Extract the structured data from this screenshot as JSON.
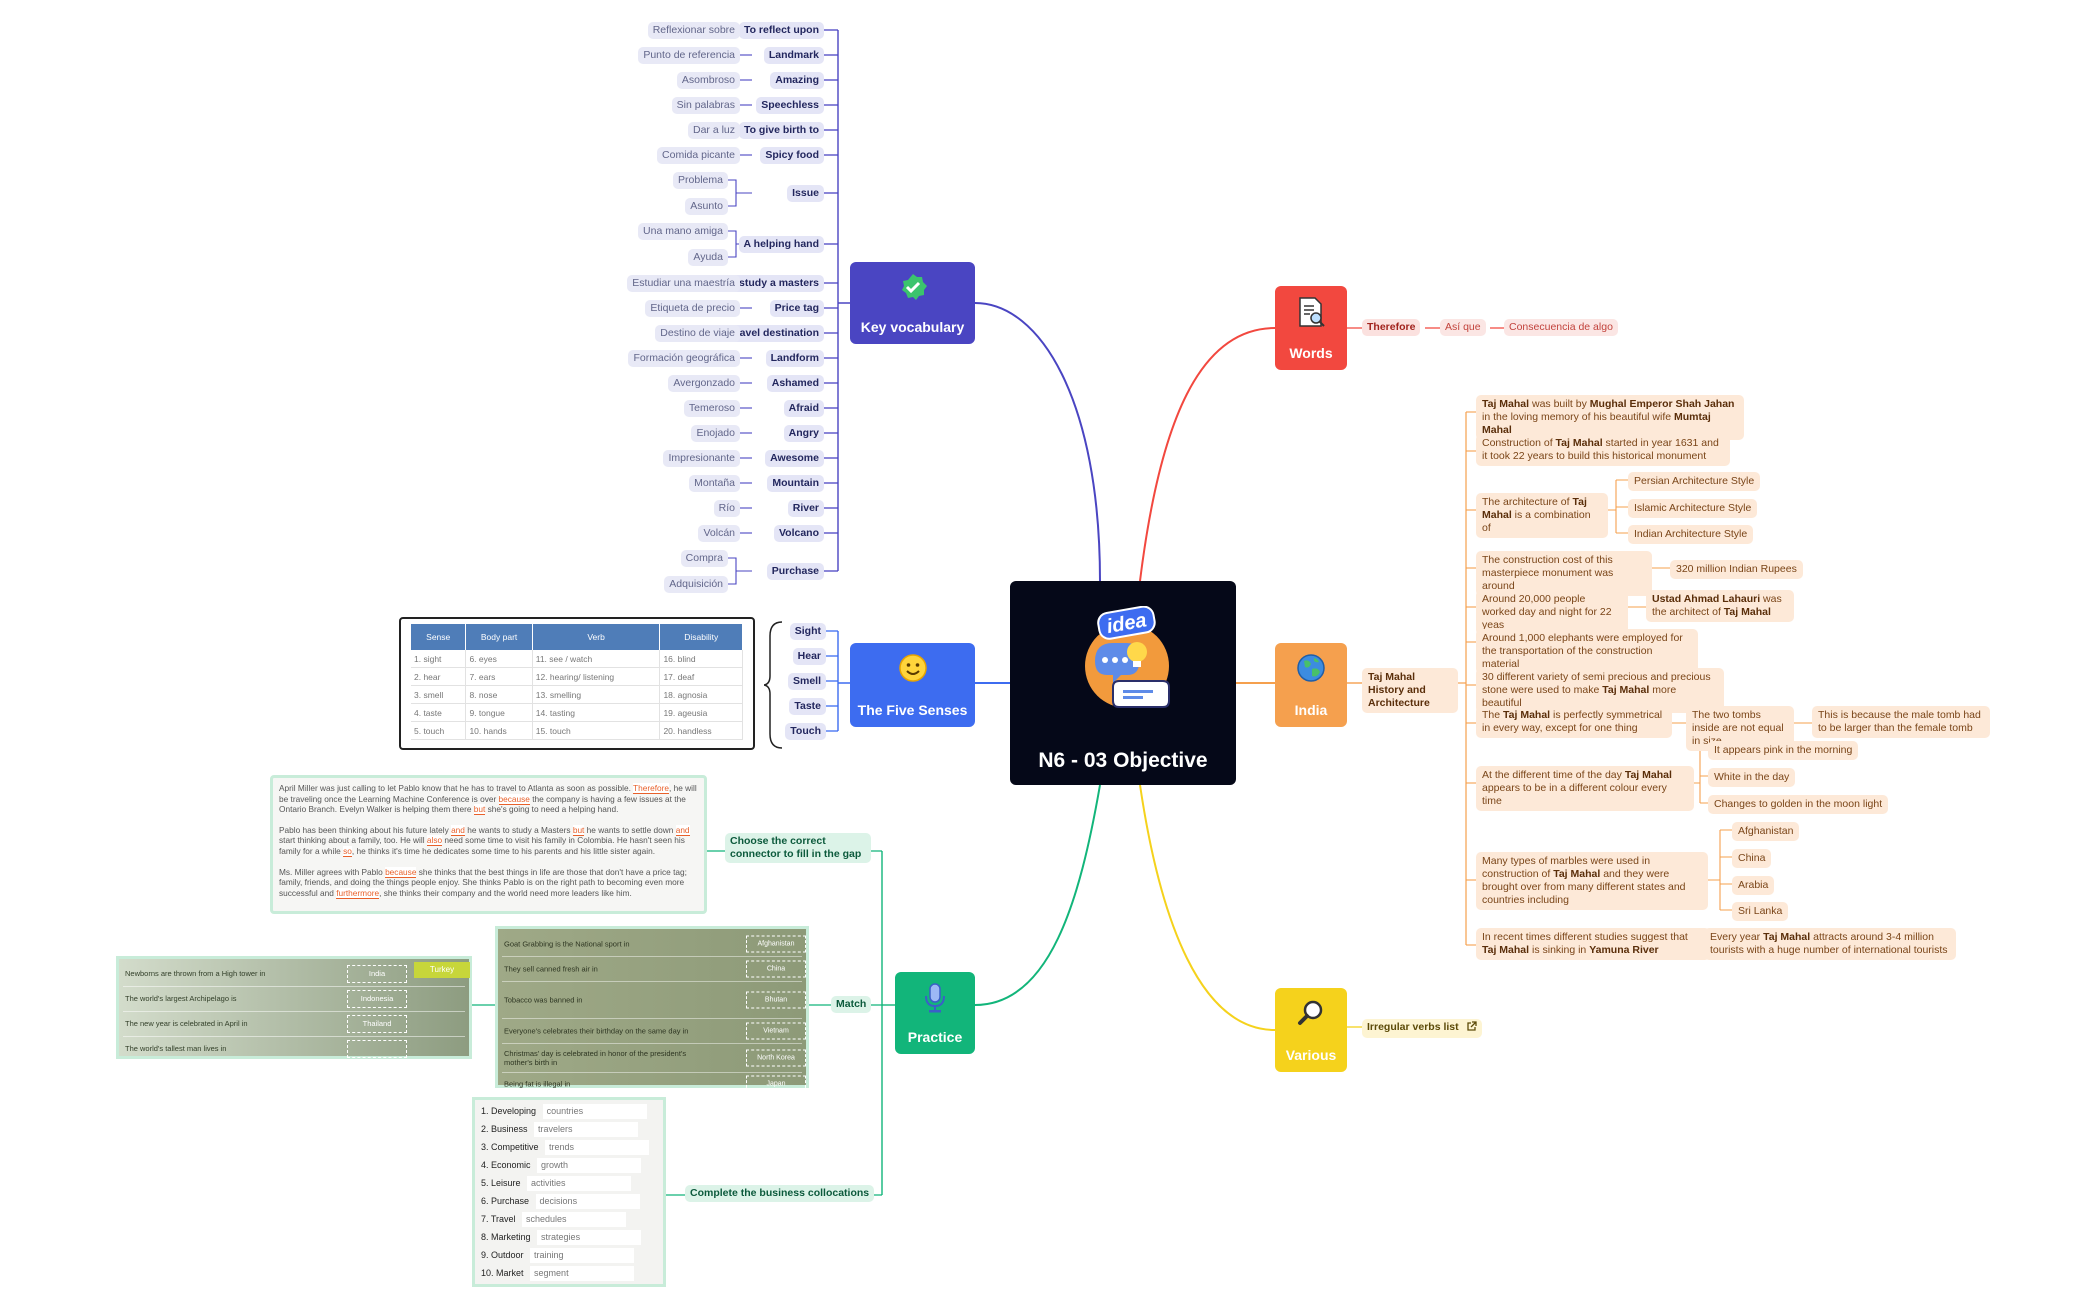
{
  "central": {
    "title": "N6 - 03 Objective",
    "logo_word": "idea"
  },
  "key_vocabulary": {
    "title": "Key vocabulary",
    "items": [
      {
        "en": "To reflect upon",
        "es": [
          "Reflexionar sobre"
        ]
      },
      {
        "en": "Landmark",
        "es": [
          "Punto de referencia"
        ]
      },
      {
        "en": "Amazing",
        "es": [
          "Asombroso"
        ]
      },
      {
        "en": "Speechless",
        "es": [
          "Sin palabras"
        ]
      },
      {
        "en": "To give birth to",
        "es": [
          "Dar a luz"
        ]
      },
      {
        "en": "Spicy food",
        "es": [
          "Comida picante"
        ]
      },
      {
        "en": "Issue",
        "es": [
          "Problema",
          "Asunto"
        ]
      },
      {
        "en": "A helping hand",
        "es": [
          "Una mano amiga",
          "Ayuda"
        ]
      },
      {
        "en": "To study a masters",
        "es": [
          "Estudiar una maestría"
        ]
      },
      {
        "en": "Price tag",
        "es": [
          "Etiqueta de precio"
        ]
      },
      {
        "en": "Travel destination",
        "es": [
          "Destino de viaje"
        ]
      },
      {
        "en": "Landform",
        "es": [
          "Formación geográfica"
        ]
      },
      {
        "en": "Ashamed",
        "es": [
          "Avergonzado"
        ]
      },
      {
        "en": "Afraid",
        "es": [
          "Temeroso"
        ]
      },
      {
        "en": "Angry",
        "es": [
          "Enojado"
        ]
      },
      {
        "en": "Awesome",
        "es": [
          "Impresionante"
        ]
      },
      {
        "en": "Mountain",
        "es": [
          "Montaña"
        ]
      },
      {
        "en": "River",
        "es": [
          "Río"
        ]
      },
      {
        "en": "Volcano",
        "es": [
          "Volcán"
        ]
      },
      {
        "en": "Purchase",
        "es": [
          "Compra",
          "Adquisición"
        ]
      }
    ]
  },
  "five_senses": {
    "title": "The Five Senses",
    "items": [
      "Sight",
      "Hear",
      "Smell",
      "Taste",
      "Touch"
    ],
    "table": {
      "headers": [
        "Sense",
        "Body part",
        "Verb",
        "Disability"
      ],
      "rows": [
        [
          "1. sight",
          "6. eyes",
          "11. see / watch",
          "16. blind"
        ],
        [
          "2. hear",
          "7. ears",
          "12. hearing/ listening",
          "17. deaf"
        ],
        [
          "3. smell",
          "8. nose",
          "13. smelling",
          "18. agnosia"
        ],
        [
          "4. taste",
          "9. tongue",
          "14. tasting",
          "19. ageusia"
        ],
        [
          "5. touch",
          "10. hands",
          "15. touch",
          "20. handless"
        ]
      ]
    }
  },
  "practice": {
    "title": "Practice",
    "connectors": {
      "label": "Choose the correct connector to fill in the gap",
      "paragraphs": [
        [
          {
            "t": "April Miller was just calling to let Pablo know that he has to travel to Atlanta as soon as possible. "
          },
          {
            "t": "Therefore",
            "hl": true
          },
          {
            "t": ", he will be traveling once the Learning Machine Conference is over "
          },
          {
            "t": "because",
            "hl": true
          },
          {
            "t": " the company is having a few issues at the Ontario Branch. Evelyn Walker is helping them there "
          },
          {
            "t": "but",
            "hl": true
          },
          {
            "t": " she's going to need a helping hand."
          }
        ],
        [
          {
            "t": "Pablo has been thinking about his future lately "
          },
          {
            "t": "and",
            "hl": true
          },
          {
            "t": " he wants to study a Masters "
          },
          {
            "t": "but",
            "hl": true
          },
          {
            "t": " he wants to settle down "
          },
          {
            "t": "and",
            "hl": true
          },
          {
            "t": " start thinking about a family, too. He will "
          },
          {
            "t": "also",
            "hl": true
          },
          {
            "t": " need some time to visit his family in Colombia. He hasn't seen his family for a while "
          },
          {
            "t": "so",
            "hl": true
          },
          {
            "t": ", he thinks it's time he dedicates some time to his parents and his little sister again."
          }
        ],
        [
          {
            "t": "Ms. Miller agrees with Pablo "
          },
          {
            "t": "because",
            "hl": true
          },
          {
            "t": " she thinks that the best things in life are those that don't have a price tag; family, friends, and doing the things people enjoy. She thinks Pablo is on the right path to becoming even more successful and "
          },
          {
            "t": "furthermore",
            "hl": true
          },
          {
            "t": ", she thinks their company and the world need more leaders like him."
          }
        ]
      ]
    },
    "match": {
      "label": "Match",
      "left_rows": [
        {
          "q": "Newborns are thrown from a High tower in",
          "a": "India"
        },
        {
          "q": "The world's largest Archipelago is",
          "a": "Indonesia"
        },
        {
          "q": "The new year is celebrated in April in",
          "a": "Thailand"
        },
        {
          "q": "The world's tallest man lives in",
          "a": ""
        }
      ],
      "left_extra": "Turkey",
      "right_rows": [
        {
          "q": "Goat Grabbing is the National sport in",
          "a": "Afghanistan"
        },
        {
          "q": "They sell canned fresh air in",
          "a": "China"
        },
        {
          "q": "Tobacco was banned in",
          "a": "Bhutan"
        },
        {
          "q": "Everyone's celebrates their birthday on the same day in",
          "a": "Vietnam"
        },
        {
          "q": "Christmas' day is celebrated in honor of the president's mother's birth in",
          "a": "North Korea"
        },
        {
          "q": "Being fat is illegal in",
          "a": "Japan"
        }
      ]
    },
    "collocations": {
      "label": "Complete the business collocations",
      "items": [
        {
          "n": "1. Developing",
          "a": "countries"
        },
        {
          "n": "2. Business",
          "a": "travelers"
        },
        {
          "n": "3. Competitive",
          "a": "trends"
        },
        {
          "n": "4. Economic",
          "a": "growth"
        },
        {
          "n": "5. Leisure",
          "a": "activities"
        },
        {
          "n": "6. Purchase",
          "a": "decisions"
        },
        {
          "n": "7. Travel",
          "a": "schedules"
        },
        {
          "n": "8. Marketing",
          "a": "strategies"
        },
        {
          "n": "9. Outdoor",
          "a": "training"
        },
        {
          "n": "10. Market",
          "a": "segment"
        }
      ]
    }
  },
  "words": {
    "title": "Words",
    "term": "Therefore",
    "translation": "Así que",
    "meaning": "Consecuencia de algo"
  },
  "india": {
    "title": "India",
    "topic": "Taj Mahal History and Architecture",
    "facts": [
      {
        "id": "f1",
        "html": "<b>Taj Mahal</b> was built by <b>Mughal Emperor Shah Jahan</b> in the loving memory of his beautiful wife <b>Mumtaj Mahal</b>"
      },
      {
        "id": "f2",
        "html": "Construction of <b>Taj Mahal</b> started in year 1631 and it took 22 years to build this historical monument"
      },
      {
        "id": "f3",
        "html": "The architecture of <b>Taj Mahal</b> is a combination of"
      },
      {
        "id": "f3a",
        "html": "Persian Architecture Style"
      },
      {
        "id": "f3b",
        "html": "Islamic Architecture Style"
      },
      {
        "id": "f3c",
        "html": "Indian Architecture Style"
      },
      {
        "id": "f4",
        "html": "The construction cost of this masterpiece monument was around"
      },
      {
        "id": "f4a",
        "html": "320 million Indian Rupees"
      },
      {
        "id": "f5",
        "html": "Around 20,000 people worked day and night for 22 yeas"
      },
      {
        "id": "f5a",
        "html": "<b>Ustad Ahmad Lahauri</b> was the architect of <b>Taj Mahal</b>"
      },
      {
        "id": "f6",
        "html": "Around 1,000 elephants were employed for the transportation of the construction material"
      },
      {
        "id": "f7",
        "html": "30 different variety of semi precious and precious stone were used to make <b>Taj Mahal</b> more beautiful"
      },
      {
        "id": "f8",
        "html": "The <b>Taj Mahal</b> is perfectly symmetrical in every way, except for one thing"
      },
      {
        "id": "f8a",
        "html": "The two tombs inside are not equal in size"
      },
      {
        "id": "f8b",
        "html": "This is because the male tomb had to be larger than the female tomb"
      },
      {
        "id": "f9",
        "html": "At the different time of the day <b>Taj Mahal</b> appears to be in a different colour every time"
      },
      {
        "id": "f9a",
        "html": "It appears pink in the morning"
      },
      {
        "id": "f9b",
        "html": "White in the day"
      },
      {
        "id": "f9c",
        "html": "Changes to golden in the moon light"
      },
      {
        "id": "f10",
        "html": "Many types of marbles were used in construction of <b>Taj Mahal</b> and they were brought over from many different states and countries including"
      },
      {
        "id": "f10a",
        "html": "Afghanistan"
      },
      {
        "id": "f10b",
        "html": "China"
      },
      {
        "id": "f10c",
        "html": "Arabia"
      },
      {
        "id": "f10d",
        "html": "Sri Lanka"
      },
      {
        "id": "f11",
        "html": "In recent times different studies suggest that <b>Taj Mahal</b> is sinking in <b>Yamuna River</b>"
      },
      {
        "id": "f11a",
        "html": "Every year <b>Taj Mahal</b> attracts around 3-4 million tourists with a huge number of international tourists"
      }
    ]
  },
  "various": {
    "title": "Various",
    "link_label": "Irregular verbs list"
  },
  "colors": {
    "vocab": "#4a45c2",
    "senses": "#3d6cf0",
    "practice": "#12b57a",
    "words": "#f2483f",
    "india": "#f5a04e",
    "various": "#f5d21c"
  }
}
